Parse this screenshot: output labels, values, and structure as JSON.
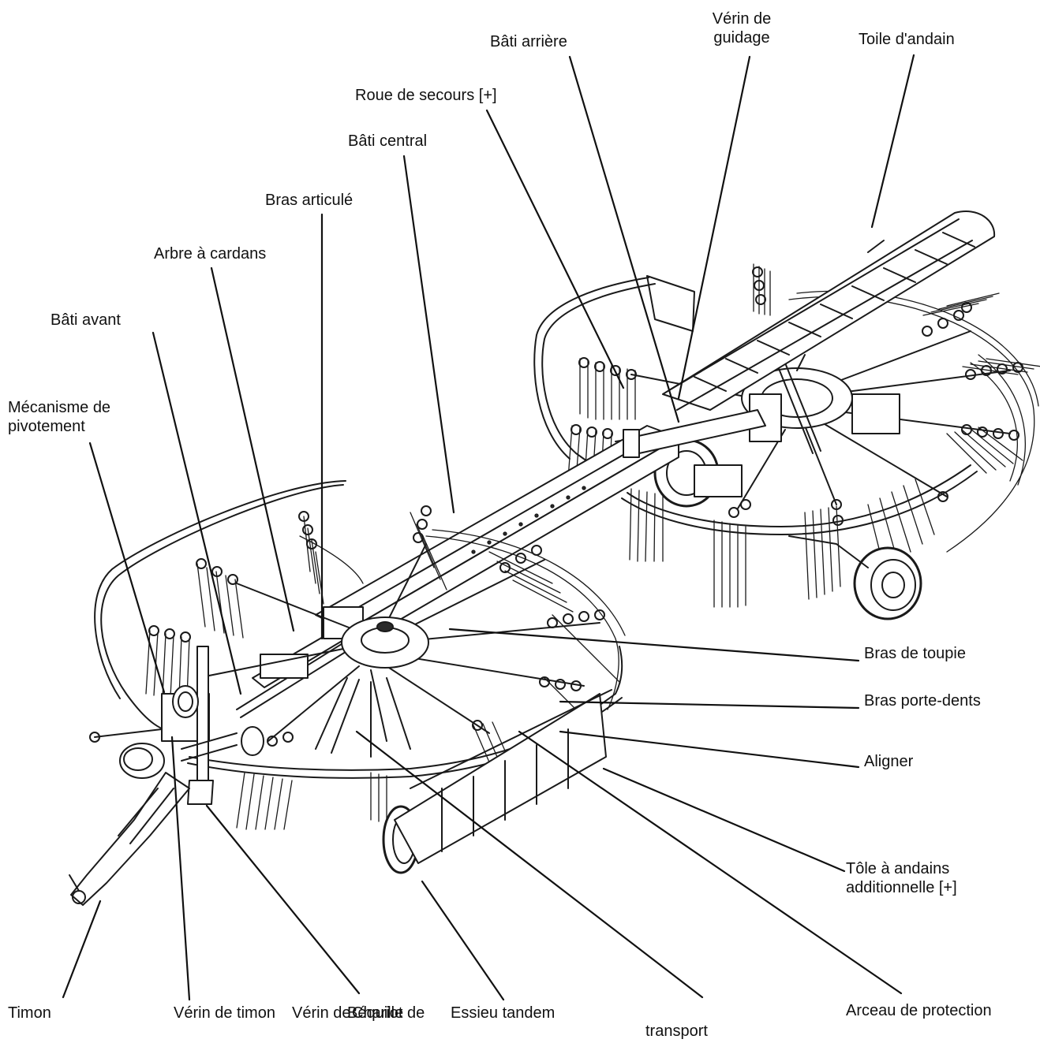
{
  "labels": {
    "verin_guidage": [
      "Vérin de",
      "guidage"
    ],
    "bati_arriere": "Bâti arrière",
    "toile_andain": "Toile d'andain",
    "roue_secours": "Roue de secours [+]",
    "bati_central": "Bâti central",
    "bras_articule": "Bras articulé",
    "arbre_cardans": "Arbre à cardans",
    "bati_avant": "Bâti avant",
    "mecanisme_pivotement": [
      "Mécanisme de",
      "pivotement"
    ],
    "bras_toupie": "Bras de toupie",
    "bras_porte_dents": "Bras porte-dents",
    "aligner": "Aligner",
    "tole_andains": [
      "Tôle à andains",
      "additionnelle [+]"
    ],
    "timon": "Timon",
    "verin_timon": "Vérin de timon",
    "verin_bequille_overlap": [
      "Vérin de",
      "Béquille"
    ],
    "chariot_transport": [
      "Chariot de",
      "transport"
    ],
    "essieu_tandem": "Essieu tandem",
    "arceau_protection": "Arceau de protection"
  },
  "colors": {
    "line": "#1a1a1a",
    "text": "#111111",
    "background": "#ffffff"
  }
}
